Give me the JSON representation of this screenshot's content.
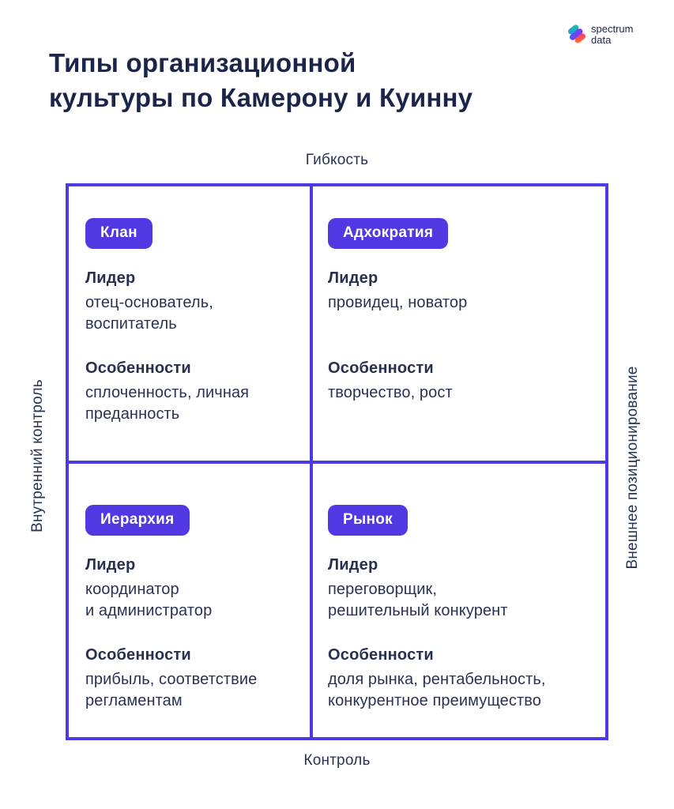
{
  "title": "Типы организационной\nкультуры по Камерону и Куинну",
  "logo": {
    "text": "spectrum\ndata",
    "icon": "spectrum-swirl-icon"
  },
  "axes": {
    "top": "Гибкость",
    "bottom": "Контроль",
    "left": "Внутренний контроль",
    "right": "Внешнее позиционирование"
  },
  "colors": {
    "accent_purple": "#5138E2",
    "grid_purple": "#4C3BE0",
    "title_navy": "#1C2549",
    "body_navy": "#2A3254",
    "badge_text": "#FFFFFF",
    "background": "#FFFFFF"
  },
  "quadrants": [
    {
      "badge": "Клан",
      "leader_label": "Лидер",
      "leader": "отец-основатель,\nвоспитатель",
      "features_label": "Особенности",
      "features": "сплоченность, личная\nпреданность"
    },
    {
      "badge": "Адхократия",
      "leader_label": "Лидер",
      "leader": "провидец, новатор",
      "features_label": "Особенности",
      "features": "творчество, рост"
    },
    {
      "badge": "Иерархия",
      "leader_label": "Лидер",
      "leader": "координатор\nи администратор",
      "features_label": "Особенности",
      "features": "прибыль, соответствие\nрегламентам"
    },
    {
      "badge": "Рынок",
      "leader_label": "Лидер",
      "leader": "переговорщик,\nрешительный конкурент",
      "features_label": "Особенности",
      "features": "доля рынка, рентабельность,\nконкурентное преимущество"
    }
  ]
}
